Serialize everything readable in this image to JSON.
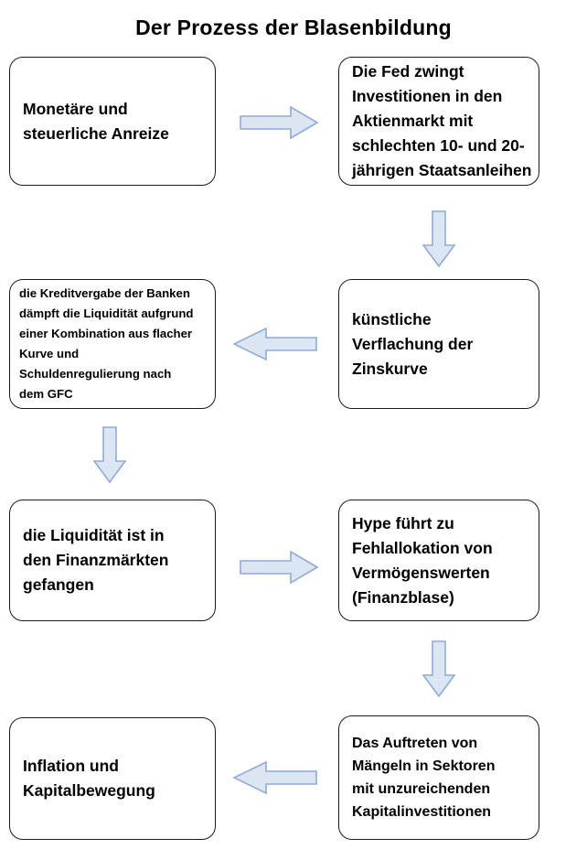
{
  "diagram": {
    "title": "Der Prozess der Blasenbildung",
    "colors": {
      "arrow_fill": "#dce6f2",
      "arrow_stroke": "#8faadc",
      "box_border": "#1a1a1a",
      "box_fill": "#ffffff",
      "text": "#000000"
    },
    "nodes": [
      {
        "id": "node-1",
        "name": "monetary-fiscal-incentives",
        "text": "Monetäre und\nsteuerliche Anreize"
      },
      {
        "id": "node-2",
        "name": "fed-forces-equity-investment",
        "text": "Die Fed zwingt\nInvestitionen in den\nAktienmarkt mit\nschlechten 10- und 20-\njährigen Staatsanleihen"
      },
      {
        "id": "node-3",
        "name": "artificial-yield-curve-flattening",
        "text": "künstliche\nVerflachung der\nZinskurve"
      },
      {
        "id": "node-4",
        "name": "bank-lending-dampens-liquidity",
        "text": "die Kreditvergabe der Banken\ndämpft die Liquidität aufgrund\neiner Kombination aus flacher\nKurve und\nSchuldenregulierung nach\ndem GFC"
      },
      {
        "id": "node-5",
        "name": "liquidity-trapped-in-financial-markets",
        "text": "die Liquidität ist in\nden Finanzmärkten\ngefangen"
      },
      {
        "id": "node-6",
        "name": "hype-leads-to-misallocation",
        "text": "Hype führt zu\nFehlallokation von\nVermögenswerten\n(Finanzblase)"
      },
      {
        "id": "node-7",
        "name": "shortages-in-underinvested-sectors",
        "text": "Das Auftreten von\nMängeln in Sektoren\nmit unzureichenden\nKapitalinvestitionen"
      },
      {
        "id": "node-8",
        "name": "inflation-and-capital-movement",
        "text": "Inflation und\nKapitalbewegung"
      }
    ],
    "arrows": [
      {
        "name": "arrow-right-1",
        "direction": "right",
        "from": "node-1",
        "to": "node-2"
      },
      {
        "name": "arrow-down-1",
        "direction": "down",
        "from": "node-2",
        "to": "node-3"
      },
      {
        "name": "arrow-left-1",
        "direction": "left",
        "from": "node-3",
        "to": "node-4"
      },
      {
        "name": "arrow-down-2",
        "direction": "down",
        "from": "node-4",
        "to": "node-5"
      },
      {
        "name": "arrow-right-2",
        "direction": "right",
        "from": "node-5",
        "to": "node-6"
      },
      {
        "name": "arrow-down-3",
        "direction": "down",
        "from": "node-6",
        "to": "node-7"
      },
      {
        "name": "arrow-left-2",
        "direction": "left",
        "from": "node-7",
        "to": "node-8"
      }
    ]
  }
}
